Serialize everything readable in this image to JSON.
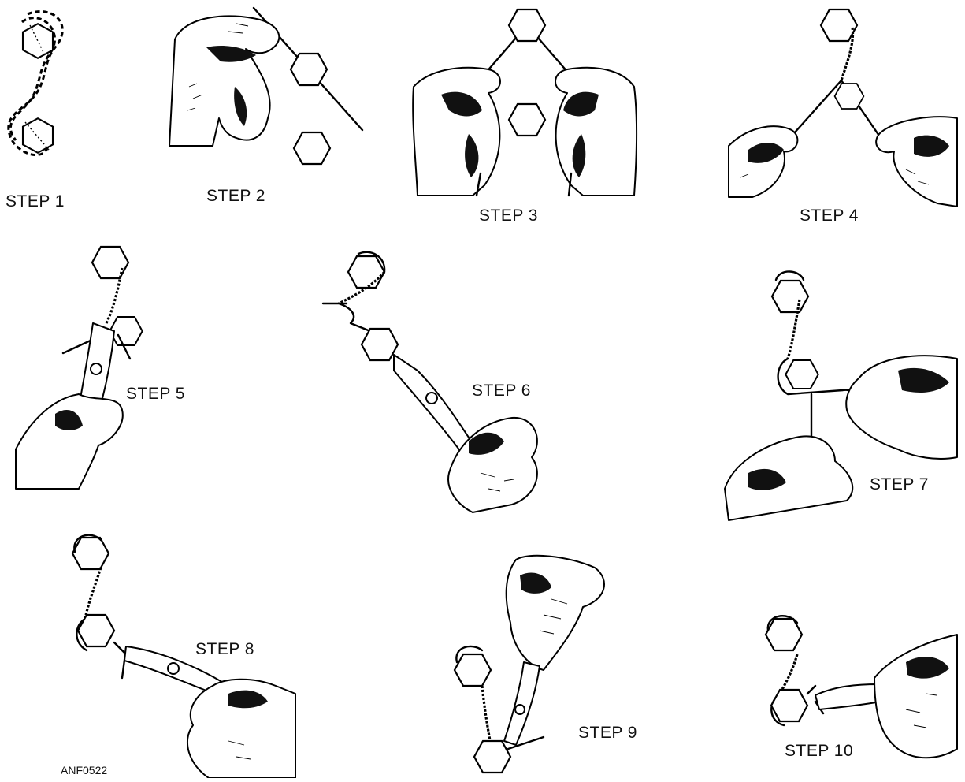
{
  "steps": [
    {
      "label": "STEP 1"
    },
    {
      "label": "STEP 2"
    },
    {
      "label": "STEP 3"
    },
    {
      "label": "STEP 4"
    },
    {
      "label": "STEP 5"
    },
    {
      "label": "STEP 6"
    },
    {
      "label": "STEP 7"
    },
    {
      "label": "STEP 8"
    },
    {
      "label": "STEP 9"
    },
    {
      "label": "STEP 10"
    }
  ],
  "figure_code": "ANF0522"
}
